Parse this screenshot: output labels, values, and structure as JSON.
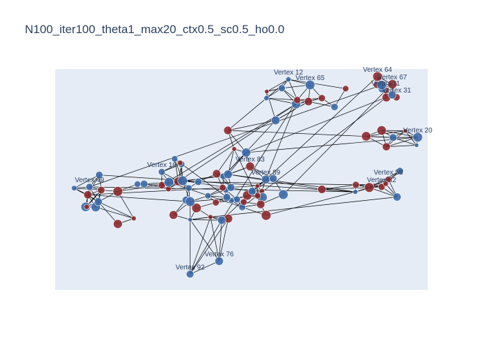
{
  "chart_data": {
    "type": "scatter",
    "subtype": "network-graph",
    "title": "N100_iter100_theta1_max20_ctx0.5_sc0.5_ho0.0",
    "xlabel": "",
    "ylabel": "",
    "xlim": [
      0,
      100
    ],
    "ylim": [
      0,
      100
    ],
    "grid": false,
    "legend": "none",
    "colors": {
      "plot_background": "#e5ecf6",
      "node_blue": "#3b6aa8",
      "node_red": "#8c2a2e",
      "edge": "#000000",
      "label_text": "#2a3f5f"
    },
    "labeled_vertices": [
      {
        "label": "Vertex 12",
        "x": 62.6,
        "y": 95.3,
        "color": "blue"
      },
      {
        "label": "Vertex 65",
        "x": 68.4,
        "y": 92.8,
        "color": "blue"
      },
      {
        "label": "Vertex 64",
        "x": 86.5,
        "y": 96.6,
        "color": "red"
      },
      {
        "label": "Vertex 67",
        "x": 90.5,
        "y": 93.1,
        "color": "red"
      },
      {
        "label": "Vertex 11",
        "x": 88.7,
        "y": 90.3,
        "color": "red"
      },
      {
        "label": "Vertex 31",
        "x": 91.6,
        "y": 87.2,
        "color": "red"
      },
      {
        "label": "Vertex 20",
        "x": 97.3,
        "y": 69.1,
        "color": "blue"
      },
      {
        "label": "Vertex 83",
        "x": 52.3,
        "y": 55.9,
        "color": "red"
      },
      {
        "label": "Vertex 89",
        "x": 56.5,
        "y": 50.0,
        "color": "blue"
      },
      {
        "label": "Vertex 16",
        "x": 28.6,
        "y": 53.4,
        "color": "blue"
      },
      {
        "label": "Vertex 49",
        "x": 9.2,
        "y": 46.6,
        "color": "blue"
      },
      {
        "label": "Vertex 58",
        "x": 89.4,
        "y": 50.0,
        "color": "red"
      },
      {
        "label": "Vertex 82",
        "x": 87.6,
        "y": 46.6,
        "color": "red"
      },
      {
        "label": "Vertex 76",
        "x": 44.0,
        "y": 13.0,
        "color": "blue"
      },
      {
        "label": "Vertex 92",
        "x": 36.2,
        "y": 7.1,
        "color": "blue"
      }
    ],
    "vertex_label_prefix": "Vertex",
    "node_count": 100
  }
}
